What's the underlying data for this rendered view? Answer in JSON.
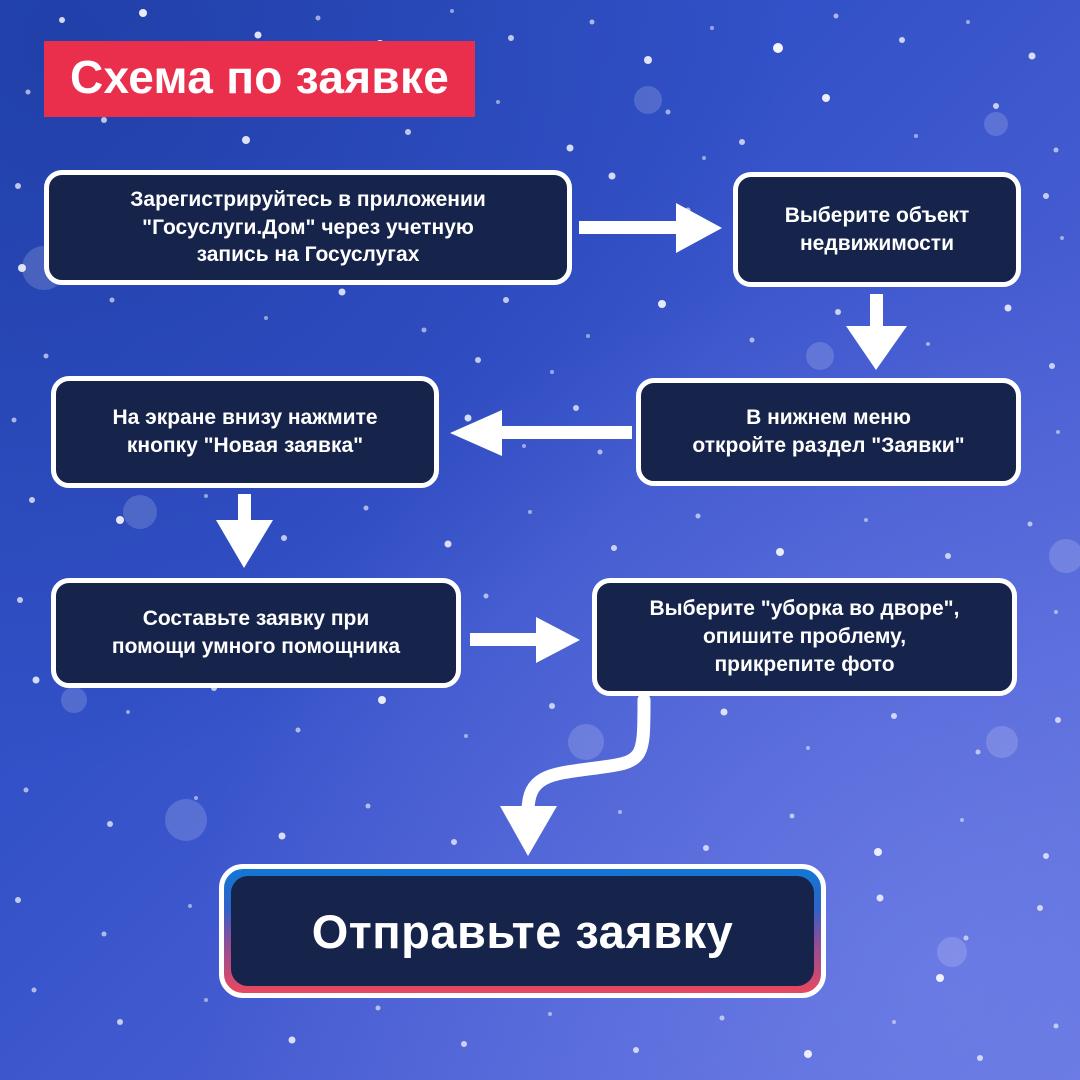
{
  "title": {
    "text": "Схема по заявке",
    "banner_color": "#ea2f4c",
    "text_color": "#ffffff"
  },
  "theme": {
    "background_gradient_from": "#2b4fc0",
    "background_gradient_to": "#6272e0",
    "node_fill": "#16234a",
    "node_border": "#ffffff",
    "arrow_color": "#ffffff",
    "cta_gradient_top": "#1277d4",
    "cta_gradient_bottom": "#e8485f"
  },
  "steps": [
    {
      "id": "register",
      "order": 1,
      "text": "Зарегистрируйтесь в приложении\n\"Госуслуги.Дом\" через учетную\nзапись на Госуслугах"
    },
    {
      "id": "property",
      "order": 2,
      "text": "Выберите объект\nнедвижимости"
    },
    {
      "id": "requests",
      "order": 3,
      "text": "В нижнем меню\nоткройте раздел \"Заявки\""
    },
    {
      "id": "newreq",
      "order": 4,
      "text": "На экране внизу нажмите\nкнопку \"Новая заявка\""
    },
    {
      "id": "assistant",
      "order": 5,
      "text": "Составьте заявку при\nпомощи умного помощника"
    },
    {
      "id": "cleanup",
      "order": 6,
      "text": "Выберите \"уборка во дворе\",\nопишите проблему,\nприкрепите фото"
    }
  ],
  "cta": {
    "label": "Отправьте заявку"
  },
  "connectors": [
    {
      "from": "register",
      "to": "property",
      "direction": "right"
    },
    {
      "from": "property",
      "to": "requests",
      "direction": "down"
    },
    {
      "from": "requests",
      "to": "newreq",
      "direction": "left"
    },
    {
      "from": "newreq",
      "to": "assistant",
      "direction": "down"
    },
    {
      "from": "assistant",
      "to": "cleanup",
      "direction": "right"
    },
    {
      "from": "cleanup",
      "to": "cta",
      "direction": "curve-down-left"
    }
  ]
}
